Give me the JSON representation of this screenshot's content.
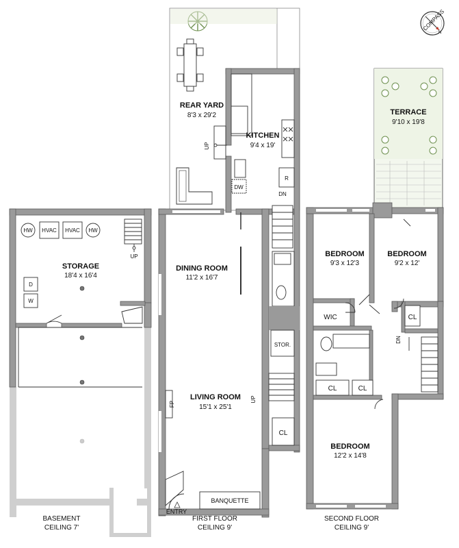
{
  "compass": {
    "label": "COMPASS",
    "north": "N"
  },
  "basement": {
    "rooms": {
      "storage": {
        "name": "STORAGE",
        "dims": "18'4 x 16'4"
      }
    },
    "fixtures": {
      "hw1": "HW",
      "hvac1": "HVAC",
      "hvac2": "HVAC",
      "hw2": "HW",
      "dryer": "D",
      "washer": "W",
      "up": "UP"
    },
    "caption": {
      "line1": "BASEMENT",
      "line2": "CEILING 7'"
    }
  },
  "first_floor": {
    "rooms": {
      "rear_yard": {
        "name": "REAR YARD",
        "dims": "8'3 x 29'2"
      },
      "kitchen": {
        "name": "KITCHEN",
        "dims": "9'4 x 19'"
      },
      "dining": {
        "name": "DINING ROOM",
        "dims": "11'2 x 16'7"
      },
      "living": {
        "name": "LIVING ROOM",
        "dims": "15'1 x 25'1"
      }
    },
    "fixtures": {
      "dw": "DW",
      "r": "R",
      "up_yard": "UP",
      "dn": "DN",
      "stor": "STOR.",
      "up_living": "UP",
      "cl": "CL",
      "fp": "FP",
      "banquette": "BANQUETTE",
      "entry": "ENTRY"
    },
    "caption": {
      "line1": "FIRST FLOOR",
      "line2": "CEILING 9'"
    }
  },
  "second_floor": {
    "rooms": {
      "terrace": {
        "name": "TERRACE",
        "dims": "9'10 x 19'8"
      },
      "bedroom1": {
        "name": "BEDROOM",
        "dims": "9'3 x 12'3"
      },
      "bedroom2": {
        "name": "BEDROOM",
        "dims": "9'2 x 12'"
      },
      "bedroom3": {
        "name": "BEDROOM",
        "dims": "12'2 x 14'8"
      }
    },
    "fixtures": {
      "wic": "WIC",
      "cl_right": "CL",
      "cl_left": "CL",
      "cl_mid": "CL",
      "dn": "DN"
    },
    "caption": {
      "line1": "SECOND FLOOR",
      "line2": "CEILING 9'"
    }
  }
}
